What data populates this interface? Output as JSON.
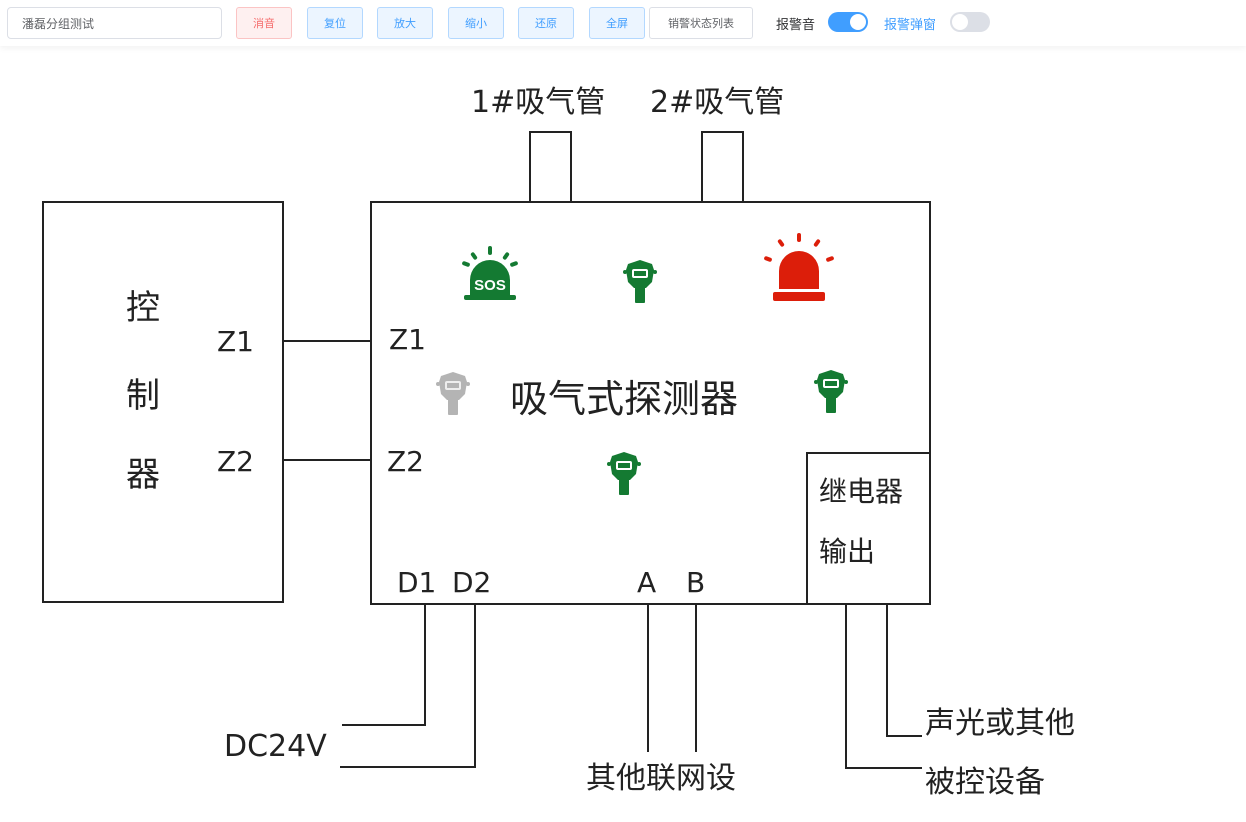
{
  "toolbar": {
    "search_value": "潘磊分组测试",
    "buttons": {
      "mute": "消音",
      "reset": "复位",
      "zoom_in": "放大",
      "zoom_out": "缩小",
      "restore": "还原",
      "fullscreen": "全屏",
      "alarm_list": "销警状态列表"
    },
    "switches": {
      "alarm_sound": {
        "label": "报警音",
        "on": true
      },
      "alarm_popup": {
        "label": "报警弹窗",
        "on": false
      }
    }
  },
  "diagram": {
    "controller": {
      "title_chars": [
        "控",
        "制",
        "器"
      ],
      "port_z1": "Z1",
      "port_z2": "Z2"
    },
    "detector": {
      "title": "吸气式探测器",
      "port_z1": "Z1",
      "port_z2": "Z2",
      "port_d1": "D1",
      "port_d2": "D2",
      "port_a": "A",
      "port_b": "B",
      "relay_line1": "继电器",
      "relay_line2": "输出"
    },
    "pipes": {
      "pipe1": "1#吸气管",
      "pipe2": "2#吸气管"
    },
    "power": "DC24V",
    "network": "其他联网设",
    "output1": "声光或其他",
    "output2": "被控设备",
    "devices": [
      {
        "type": "sos-alarm",
        "status": "normal",
        "color": "#147a32"
      },
      {
        "type": "gas-detector",
        "status": "normal",
        "color": "#147a32"
      },
      {
        "type": "alarm-beacon",
        "status": "alarm",
        "color": "#dc1e0a"
      },
      {
        "type": "gas-detector",
        "status": "offline",
        "color": "#b4b4b4"
      },
      {
        "type": "gas-detector",
        "status": "normal",
        "color": "#147a32"
      },
      {
        "type": "gas-detector",
        "status": "normal",
        "color": "#147a32"
      }
    ]
  },
  "colors": {
    "primary": "#409eff",
    "danger": "#f56c6c",
    "normal_green": "#147a32",
    "alarm_red": "#dc1e0a",
    "offline_gray": "#b4b4b4"
  }
}
